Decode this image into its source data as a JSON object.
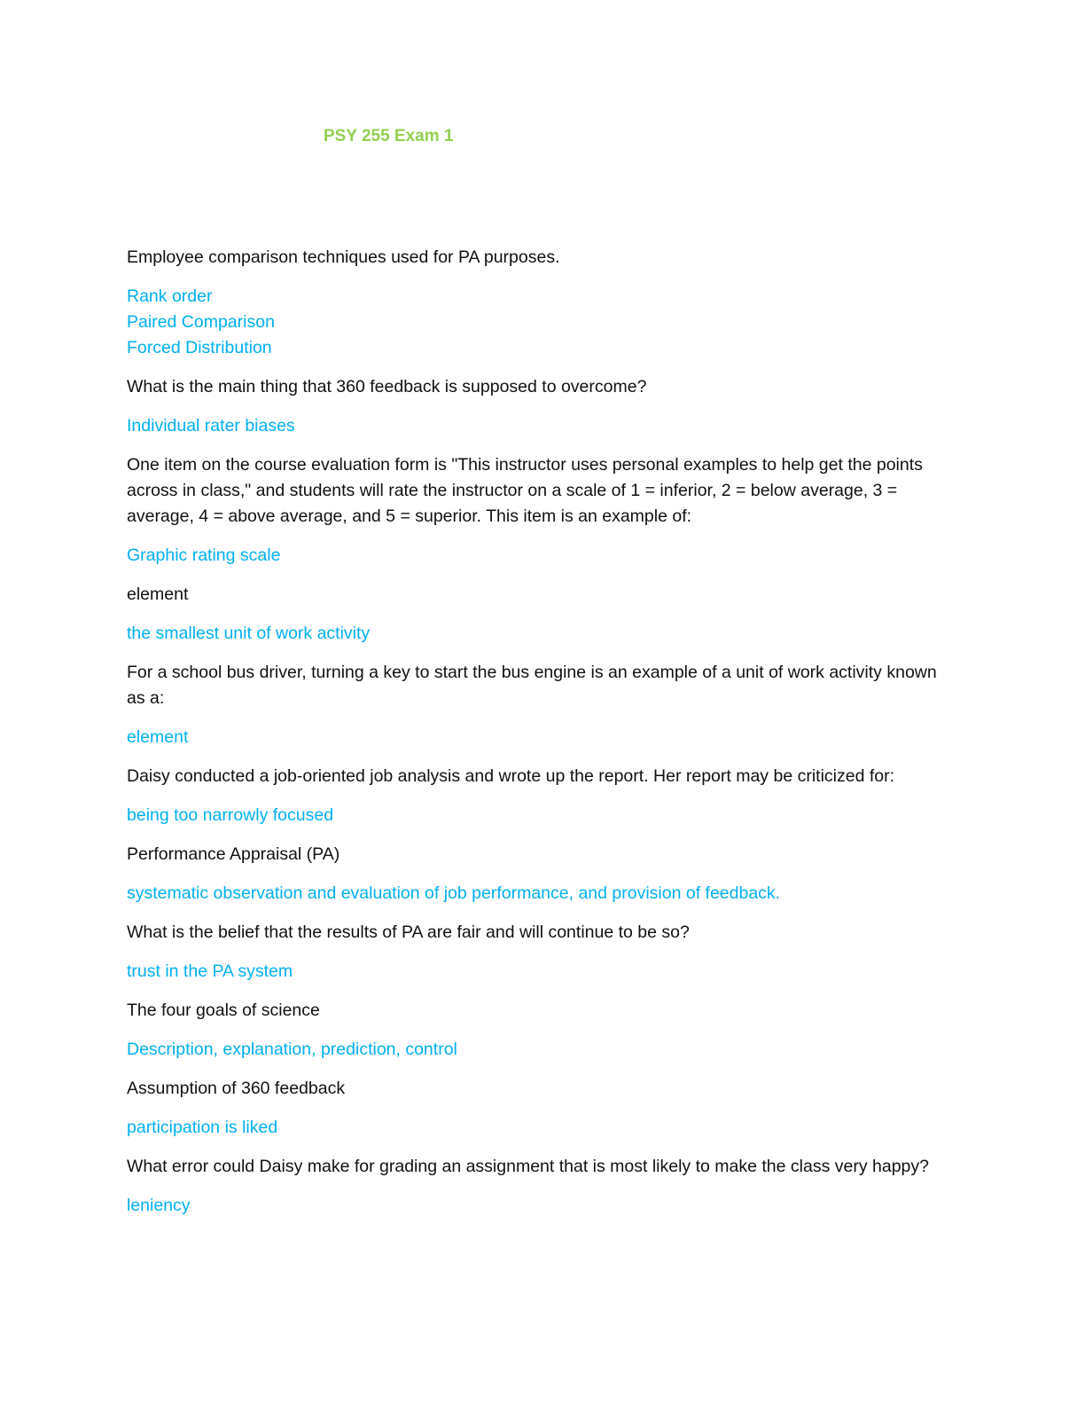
{
  "doc": {
    "title": "PSY 255 Exam 1",
    "colors": {
      "title": "#92d050",
      "question": "#111111",
      "answer": "#00b0f0"
    },
    "paragraphs": [
      {
        "kind": "q",
        "text": "Employee comparison techniques used for PA purposes."
      },
      {
        "kind": "a",
        "lines": [
          "Rank order",
          "Paired Comparison",
          "Forced Distribution"
        ]
      },
      {
        "kind": "q",
        "text": "What is the main thing that 360 feedback is supposed to overcome?"
      },
      {
        "kind": "a",
        "text": "Individual rater biases"
      },
      {
        "kind": "q",
        "text": "One item on the course evaluation form is \"This instructor uses personal examples to help get the points across in class,\" and students will rate the instructor on a scale of 1 = inferior, 2 = below average, 3 = average, 4 = above average, and 5 = superior. This item is an example of:"
      },
      {
        "kind": "a",
        "text": "Graphic rating scale"
      },
      {
        "kind": "q",
        "text": "element"
      },
      {
        "kind": "a",
        "text": "the smallest unit of work activity"
      },
      {
        "kind": "q",
        "text": "For a school bus driver, turning a key to start the bus engine is an example of a unit of work activity known as a:"
      },
      {
        "kind": "a",
        "text": "element"
      },
      {
        "kind": "q",
        "text": "Daisy conducted a job-oriented job analysis and wrote up the report. Her report may be criticized for:"
      },
      {
        "kind": "a",
        "text": "being too narrowly focused"
      },
      {
        "kind": "q",
        "text": "Performance Appraisal (PA)"
      },
      {
        "kind": "a",
        "text": "systematic observation and evaluation of job performance, and provision of feedback."
      },
      {
        "kind": "q",
        "text": "What is the belief that the results of PA are fair and will continue to be so?"
      },
      {
        "kind": "a",
        "text": "trust in the PA system"
      },
      {
        "kind": "q",
        "text": "The four goals of science"
      },
      {
        "kind": "a",
        "text": "Description, explanation, prediction, control"
      },
      {
        "kind": "q",
        "text": "Assumption of 360 feedback"
      },
      {
        "kind": "a",
        "text": "participation is liked"
      },
      {
        "kind": "q",
        "text": "What error could Daisy make for grading an assignment that is most likely to make the class very happy?"
      },
      {
        "kind": "a",
        "text": "leniency"
      }
    ]
  }
}
